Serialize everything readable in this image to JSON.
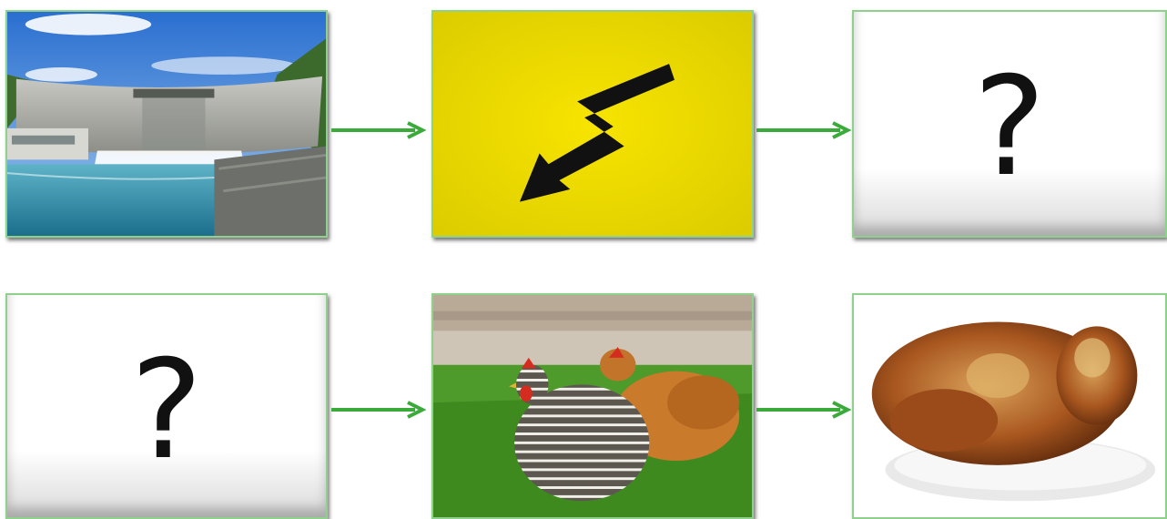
{
  "rows": [
    {
      "cards": [
        {
          "kind": "photo",
          "icon": "hydroelectric-dam-photo"
        },
        {
          "kind": "symbol",
          "icon": "lightning-bolt-icon",
          "color": "#f2e000"
        },
        {
          "kind": "unknown",
          "text": "?"
        }
      ]
    },
    {
      "cards": [
        {
          "kind": "unknown",
          "text": "?"
        },
        {
          "kind": "photo",
          "icon": "chickens-on-grass-photo"
        },
        {
          "kind": "photo",
          "icon": "roasted-chicken-photo"
        }
      ]
    }
  ],
  "colors": {
    "arrow": "#3aaa3a",
    "card_border": "#8fd18c",
    "warning_yellow": "#f2e000"
  }
}
